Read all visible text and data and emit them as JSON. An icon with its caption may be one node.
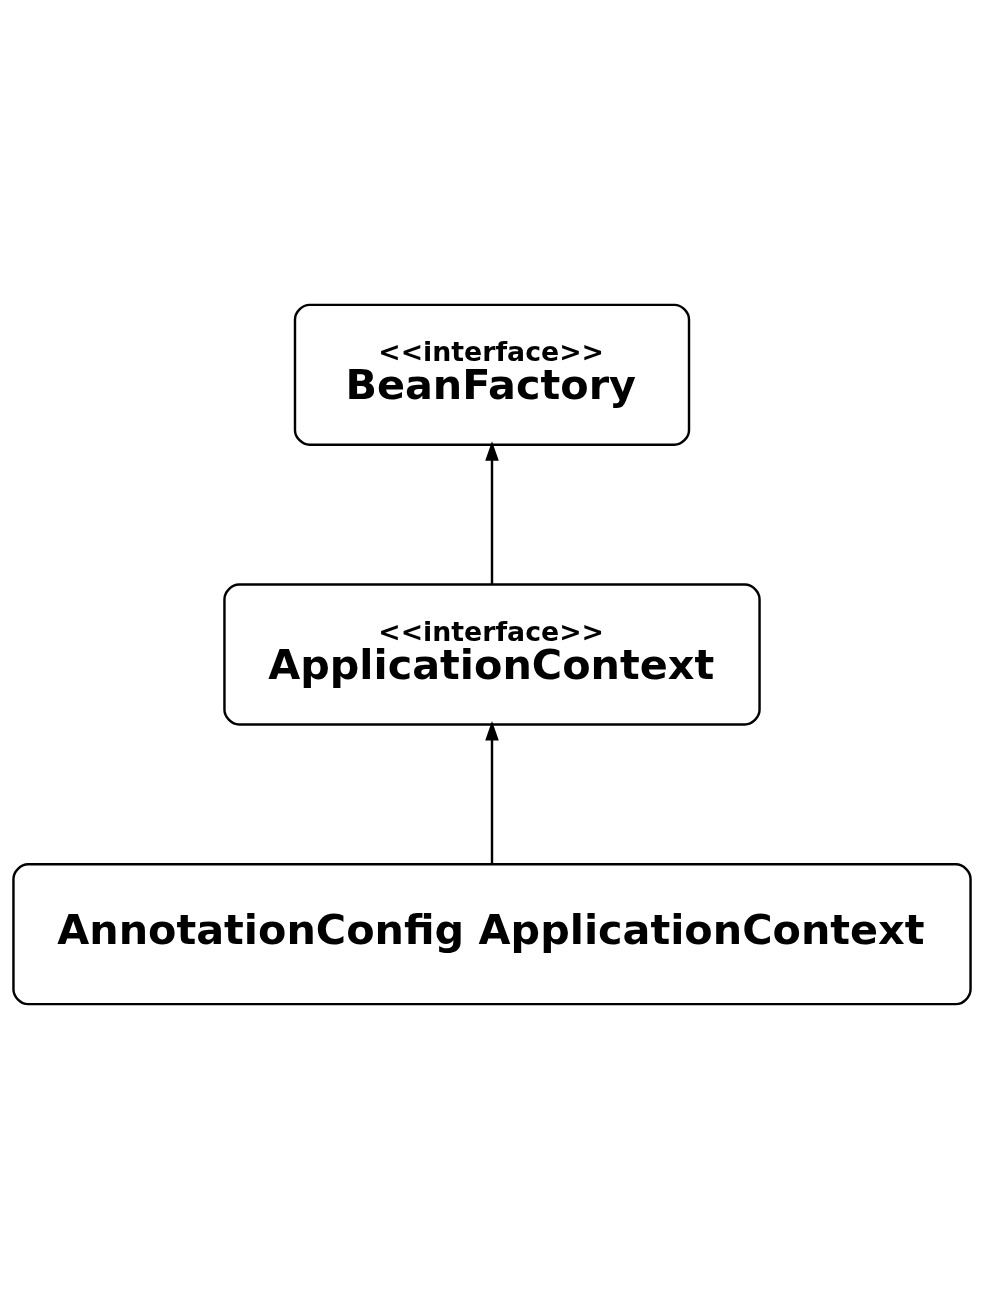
{
  "diagram": {
    "nodes": [
      {
        "text": [
          "<<interface>>",
          "BeanFactory"
        ]
      },
      {
        "text": [
          "<<interface>>",
          "ApplicationContext"
        ]
      },
      {
        "text": [
          "AnnotationConfig ApplicationContext"
        ]
      }
    ],
    "edges": [
      {
        "from": 1,
        "to": 0,
        "arrow": "to"
      },
      {
        "from": 2,
        "to": 1,
        "arrow": "to"
      }
    ]
  }
}
